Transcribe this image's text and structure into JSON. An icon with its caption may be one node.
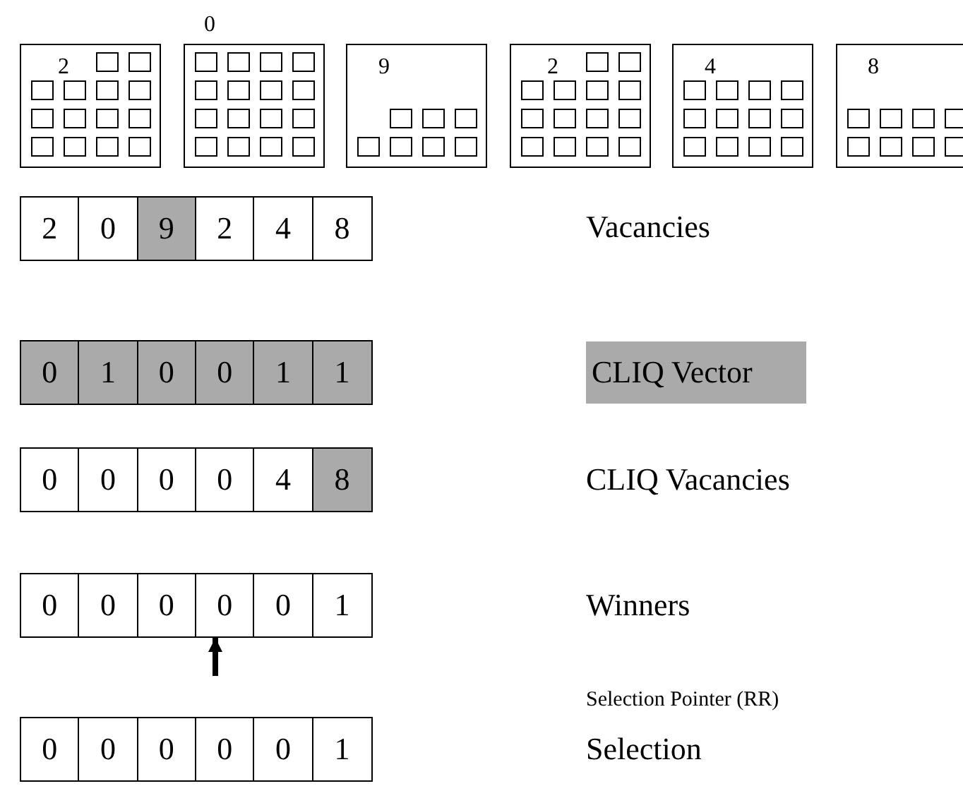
{
  "diagram": {
    "nodes": [
      {
        "text": [
          "2"
        ]
      },
      {
        "text": [
          "0"
        ]
      },
      {
        "text": [
          "9"
        ]
      },
      {
        "text": [
          "2"
        ]
      },
      {
        "text": [
          "4"
        ]
      },
      {
        "text": [
          "8"
        ]
      },
      {
        "text": [
          "2",
          "0",
          "9",
          "2",
          "4",
          "8"
        ]
      },
      {
        "text": [
          "0",
          "1",
          "0",
          "0",
          "1",
          "1"
        ]
      },
      {
        "text": [
          "0",
          "0",
          "0",
          "0",
          "4",
          "8"
        ]
      },
      {
        "text": [
          "0",
          "0",
          "0",
          "0",
          "0",
          "1"
        ]
      },
      {
        "text": [
          "0",
          "0",
          "0",
          "0",
          "0",
          "1"
        ]
      }
    ],
    "edges": [
      {
        "from": null,
        "to": 9,
        "arrow": "to"
      }
    ],
    "labels": [
      "Vacancies",
      "CLIQ Vector",
      "CLIQ Vacancies",
      "Winners",
      "Selection Pointer (RR)",
      "Selection"
    ]
  }
}
